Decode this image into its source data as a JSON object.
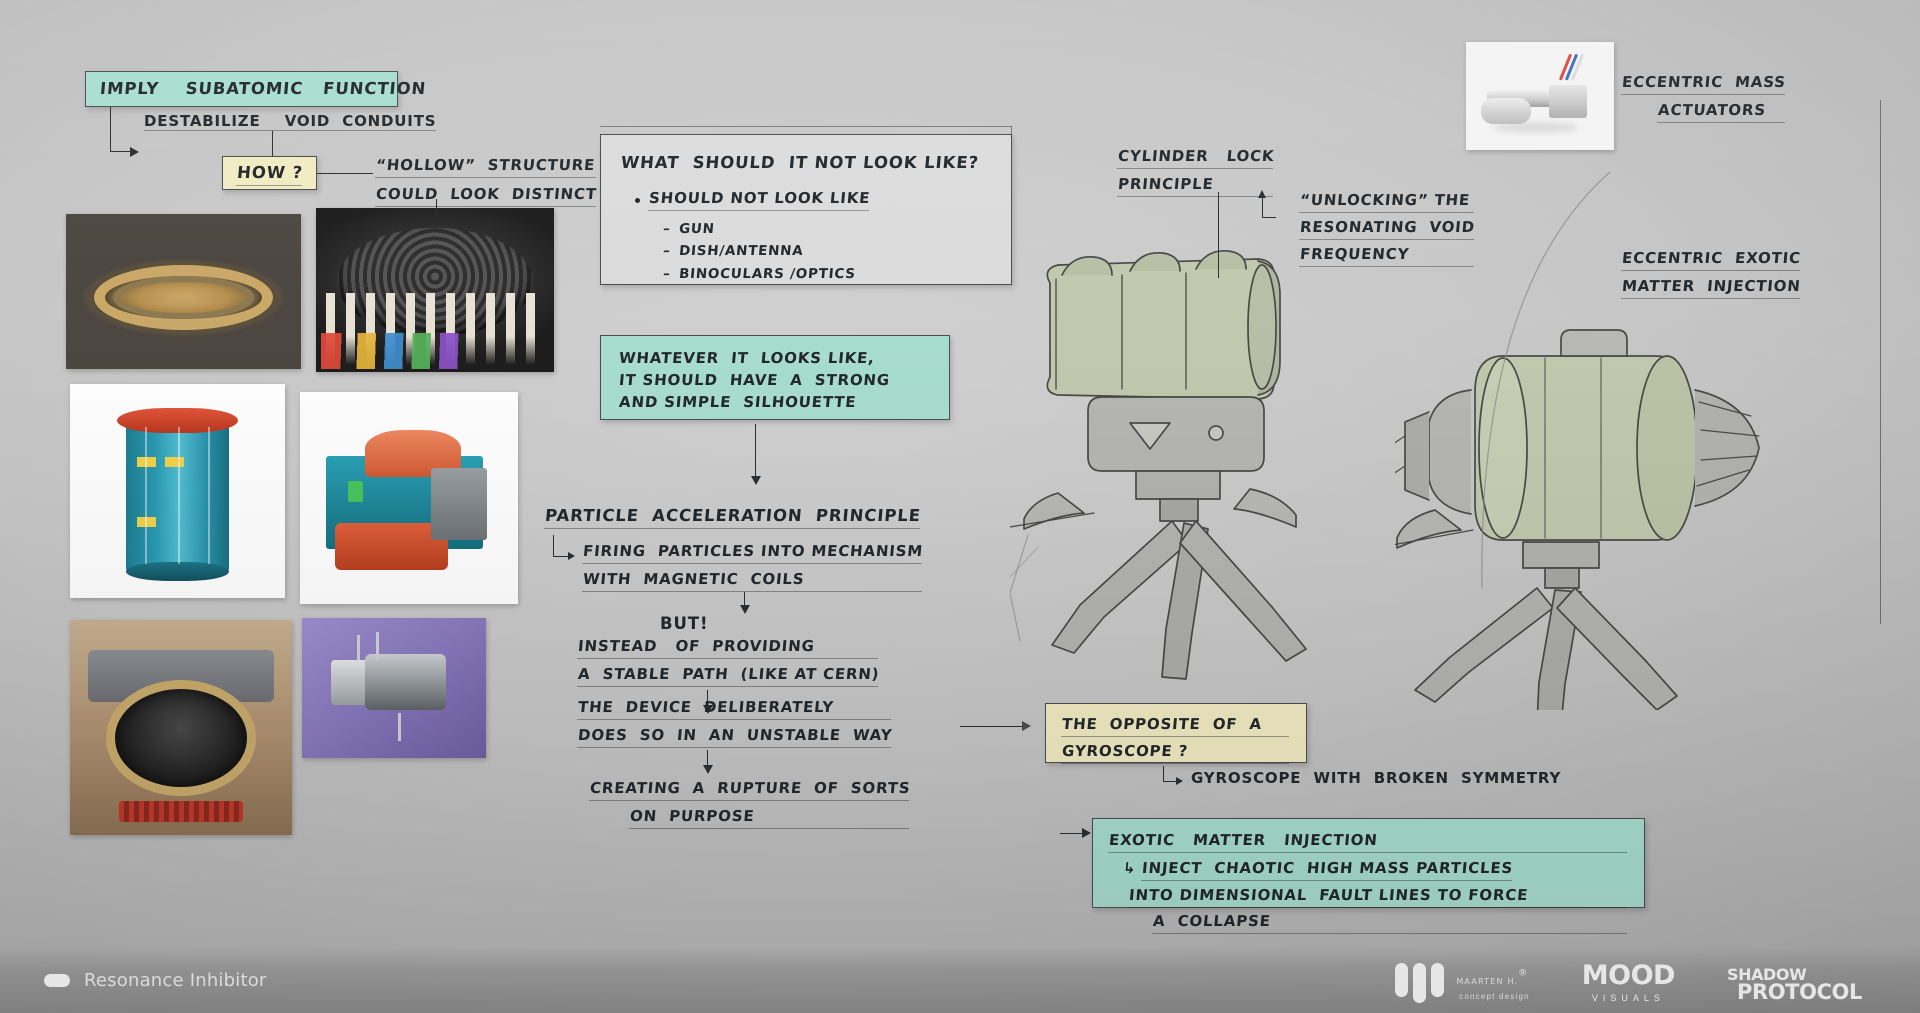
{
  "footer": {
    "project_title": "Resonance Inhibitor",
    "logos": {
      "maarten_name": "MAARTEN H.",
      "maarten_reg": "®",
      "maarten_tagline": "concept design",
      "mood_line1": "MOOD",
      "mood_line2": "VISUALS",
      "shadow_line1": "SHADOW",
      "shadow_line2": "PROTOCOL"
    }
  },
  "notes": {
    "imply_subatomic": "IMPLY    SUBATOMIC   FUNCTION",
    "destabilize": "DESTABILIZE    VOID  CONDUITS",
    "how": "HOW ?",
    "hollow_1": "“HOLLOW”  STRUCTURE",
    "hollow_2": "COULD  LOOK  DISTINCT",
    "not_look_title": "WHAT  SHOULD  IT NOT LOOK LIKE?",
    "not_look_bullet": "SHOULD NOT LOOK LIKE",
    "not_look_items": [
      "GUN",
      "DISH/ANTENNA",
      "BINOCULARS /OPTICS"
    ],
    "silhouette_1": "WHATEVER  IT  LOOKS LIKE,",
    "silhouette_2": "IT SHOULD  HAVE  A  STRONG",
    "silhouette_3": "AND SIMPLE  SILHOUETTE",
    "particle_title": "PARTICLE  ACCELERATION  PRINCIPLE",
    "particle_1": "FIRING  PARTICLES INTO MECHANISM",
    "particle_2": "WITH  MAGNETIC  COILS",
    "but": "BUT!",
    "instead_1": "INSTEAD   OF  PROVIDING",
    "instead_2": "A  STABLE  PATH  (LIKE AT CERN)",
    "device_1": "THE  DEVICE  DELIBERATELY",
    "device_2": "DOES  SO  IN  AN  UNSTABLE  WAY",
    "rupture_1": "CREATING  A  RUPTURE  OF  SORTS",
    "rupture_2": "ON  PURPOSE",
    "cylinder_1": "CYLINDER   LOCK",
    "cylinder_2": "PRINCIPLE",
    "unlocking_1": "“UNLOCKING” THE",
    "unlocking_2": "RESONATING  VOID",
    "unlocking_3": "FREQUENCY",
    "eccentric_mass_1": "ECCENTRIC  MASS",
    "eccentric_mass_2": "ACTUATORS",
    "eccentric_exotic_1": "ECCENTRIC  EXOTIC",
    "eccentric_exotic_2": "MATTER  INJECTION",
    "gyro_1": "THE  OPPOSITE  OF  A",
    "gyro_2": "GYROSCOPE ?",
    "gyro_sub": "GYROSCOPE  WITH  BROKEN  SYMMETRY",
    "exotic_title": "EXOTIC   MATTER   INJECTION",
    "exotic_1": "INJECT  CHAOTIC  HIGH MASS PARTICLES",
    "exotic_2": "INTO DIMENSIONAL  FAULT LINES TO FORCE",
    "exotic_3": "A  COLLAPSE"
  },
  "colors": {
    "note_green": "#a8ded0",
    "note_yellow": "#f2ecc3",
    "note_white": "#dcdcdc",
    "ink": "#23282c",
    "sketch_green": "#c2c9ae",
    "sketch_grey": "#b3b3b0",
    "board_bg": "#c6c6c6"
  },
  "photos": [
    {
      "name": "toroidal-coil-rig"
    },
    {
      "name": "honeycomb-dish-array"
    },
    {
      "name": "teal-cylinder-module"
    },
    {
      "name": "teal-orange-assembly"
    },
    {
      "name": "gold-torus-bench-rig"
    },
    {
      "name": "small-motor-purple"
    },
    {
      "name": "white-linear-actuator"
    }
  ],
  "sketches": [
    {
      "name": "device-concept-front-tripod"
    },
    {
      "name": "device-concept-side-tripod"
    }
  ]
}
